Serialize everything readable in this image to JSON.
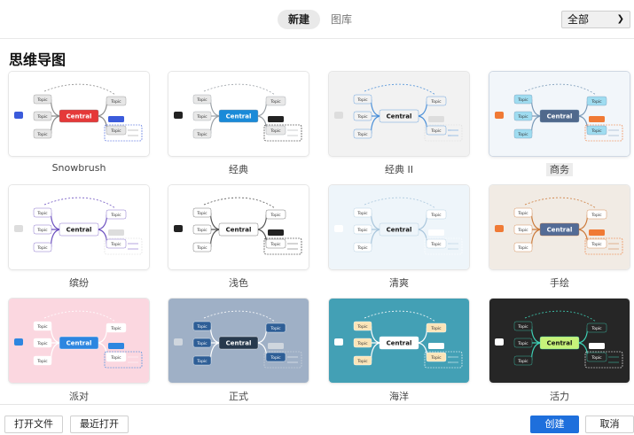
{
  "header": {
    "tabs": [
      {
        "label": "新建",
        "active": true
      },
      {
        "label": "图库",
        "active": false
      }
    ],
    "filter": {
      "value": "全部"
    }
  },
  "section": {
    "title": "思维导图"
  },
  "templates": [
    {
      "label": "Snowbrush",
      "bg": "#ffffff",
      "central": "#e53939",
      "central_text": "#ffffff",
      "accent": "#3b5bdb",
      "line": "#8a8a8a",
      "topic_bg": "#e6e6e6",
      "topic_text": "#333333",
      "central_label": "Central",
      "topic_label": "Topic"
    },
    {
      "label": "经典",
      "bg": "#ffffff",
      "central": "#1a8ad8",
      "central_text": "#ffffff",
      "accent": "#222222",
      "line": "#9aa0a6",
      "topic_bg": "#e8e8e8",
      "topic_text": "#333333",
      "central_label": "Central",
      "topic_label": "Topic"
    },
    {
      "label": "经典 II",
      "bg": "#f2f2f2",
      "central": "#f2f2f2",
      "central_text": "#111111",
      "accent": "#dddddd",
      "line": "#4a8fd8",
      "topic_bg": "#f2f2f2",
      "topic_text": "#333333",
      "central_label": "Central",
      "topic_label": "Topic"
    },
    {
      "label": "商务",
      "bg": "#f2f6fa",
      "central": "#50698c",
      "central_text": "#ffffff",
      "accent": "#f07a35",
      "line": "#7a9ab8",
      "topic_bg": "#9fdcf0",
      "topic_text": "#333333",
      "central_label": "Central",
      "topic_label": "Topic",
      "selected": true
    },
    {
      "label": "缤纷",
      "bg": "#ffffff",
      "central": "#ffffff",
      "central_text": "#111111",
      "accent": "#dddddd",
      "line": "#6b4fbf",
      "topic_bg": "#ffffff",
      "topic_text": "#333333",
      "central_label": "Central",
      "topic_label": "Topic"
    },
    {
      "label": "浅色",
      "bg": "#ffffff",
      "central": "#ffffff",
      "central_text": "#111111",
      "accent": "#222222",
      "line": "#555555",
      "topic_bg": "#ffffff",
      "topic_text": "#333333",
      "central_label": "Central",
      "topic_label": "Topic"
    },
    {
      "label": "清爽",
      "bg": "#eef5fa",
      "central": "#eef5fa",
      "central_text": "#111111",
      "accent": "#ffffff",
      "line": "#a9c6dc",
      "topic_bg": "#ffffff",
      "topic_text": "#333333",
      "central_label": "Central",
      "topic_label": "Topic"
    },
    {
      "label": "手绘",
      "bg": "#f1ebe4",
      "central": "#536b96",
      "central_text": "#ffffff",
      "accent": "#f07a35",
      "line": "#cc7a3a",
      "topic_bg": "#ffffff",
      "topic_text": "#333333",
      "central_label": "Central",
      "topic_label": "Topic"
    },
    {
      "label": "派对",
      "bg": "#fbd7e0",
      "central": "#2d86e0",
      "central_text": "#ffffff",
      "accent": "#2d86e0",
      "line": "#ffffff",
      "topic_bg": "#ffffff",
      "topic_text": "#333333",
      "central_label": "Central",
      "topic_label": "Topic"
    },
    {
      "label": "正式",
      "bg": "#9fb0c6",
      "central": "#27394d",
      "central_text": "#ffffff",
      "accent": "#cfd6de",
      "line": "#ffffff",
      "topic_bg": "#2e5e96",
      "topic_text": "#ffffff",
      "central_label": "Central",
      "topic_label": "Topic"
    },
    {
      "label": "海洋",
      "bg": "#43a0b5",
      "central": "#ffffff",
      "central_text": "#111111",
      "accent": "#ffffff",
      "line": "#ffffff",
      "topic_bg": "#fbe4b8",
      "topic_text": "#333333",
      "central_label": "Central",
      "topic_label": "Topic"
    },
    {
      "label": "活力",
      "bg": "#262626",
      "central": "#c7f27a",
      "central_text": "#111111",
      "accent": "#ffffff",
      "line": "#3ed1b6",
      "topic_bg": "#262626",
      "topic_text": "#ffffff",
      "central_label": "Central",
      "topic_label": "Topic"
    }
  ],
  "footer": {
    "open_file": "打开文件",
    "recent": "最近打开",
    "create": "创建",
    "cancel": "取消"
  }
}
